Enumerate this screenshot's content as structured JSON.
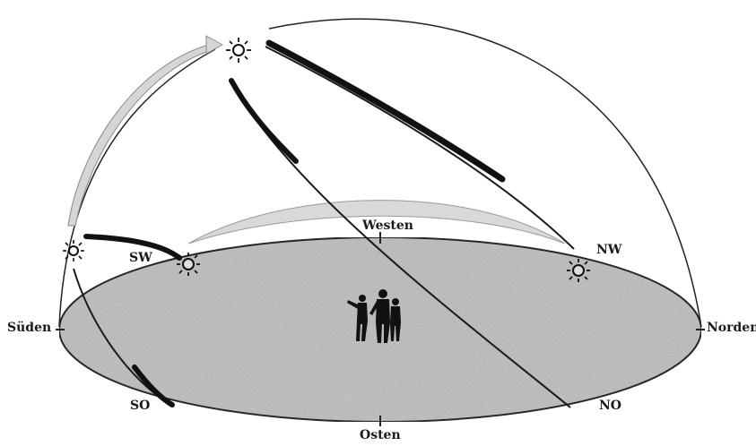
{
  "directions": {
    "west": "Westen",
    "south": "Süden",
    "north": "Norden",
    "east": "Osten",
    "southwest": "SW",
    "northwest": "NW",
    "southeast": "SO",
    "northeast": "NO"
  },
  "icons": {
    "sun": "sun-icon",
    "people": "people-silhouette-icon"
  },
  "colors": {
    "ground_fill": "#c9c9c9",
    "ground_stroke": "#2a2a2a",
    "sun_path": "#111111",
    "arrow_fill": "#d6d6d6",
    "dome_outline": "#222222"
  }
}
